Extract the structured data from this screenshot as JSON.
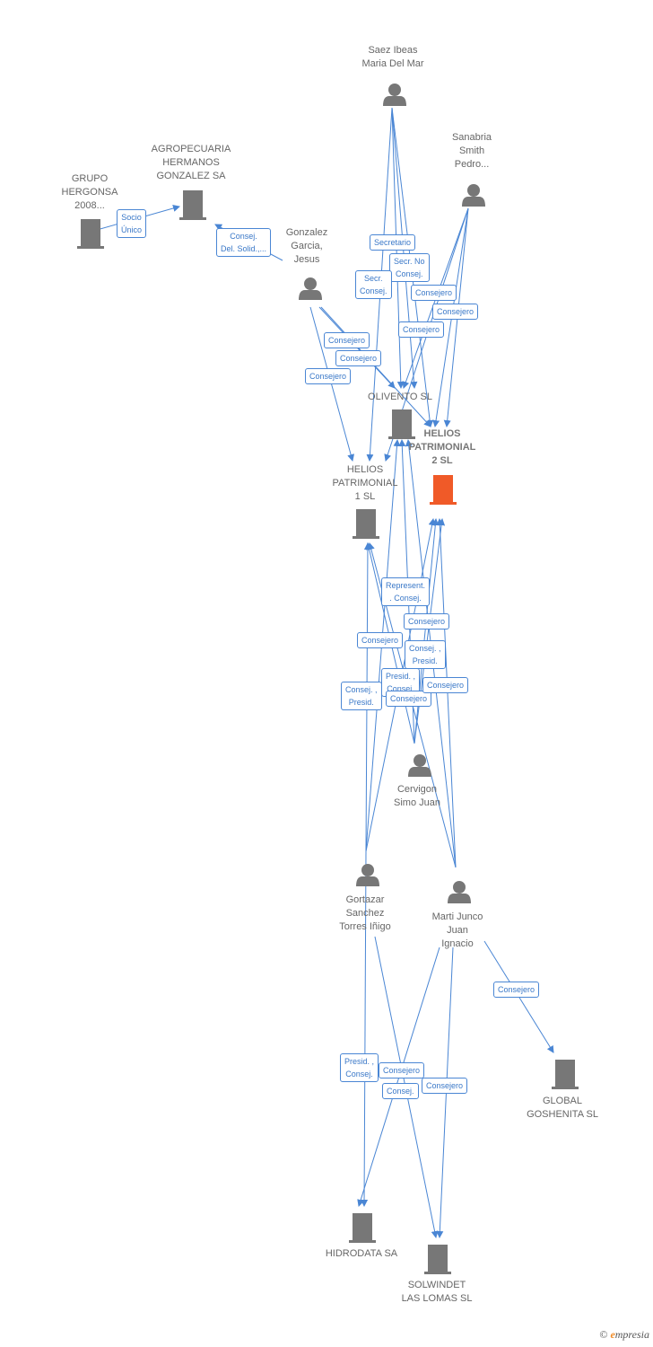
{
  "colors": {
    "person": "#777777",
    "company": "#777777",
    "main_company": "#f05a28",
    "edge": "#4a86d4"
  },
  "nodes": {
    "saez": {
      "label": "Saez Ibeas\nMaria Del Mar",
      "icon": "person-icon"
    },
    "sanabria": {
      "label": "Sanabria\nSmith\nPedro...",
      "icon": "person-icon"
    },
    "agro": {
      "label": "AGROPECUARIA\nHERMANOS\nGONZALEZ SA",
      "icon": "building-icon"
    },
    "grupo": {
      "label": "GRUPO\nHERGONSA\n2008...",
      "icon": "building-icon"
    },
    "gonzalez": {
      "label": "Gonzalez\nGarcia,\nJesus",
      "icon": "person-icon"
    },
    "olivento": {
      "label": "OLIVENTO SL",
      "icon": "building-icon"
    },
    "helios2": {
      "label": "HELIOS\nPATRIMONIAL\n2 SL",
      "icon": "building-icon"
    },
    "helios1": {
      "label": "HELIOS\nPATRIMONIAL\n1 SL",
      "icon": "building-icon"
    },
    "cervigon": {
      "label": "Cervigon\nSimo Juan",
      "icon": "person-icon"
    },
    "gortazar": {
      "label": "Gortazar\nSanchez\nTorres Iñigo",
      "icon": "person-icon"
    },
    "marti": {
      "label": "Marti Junco\nJuan\nIgnacio",
      "icon": "person-icon"
    },
    "global": {
      "label": "GLOBAL\nGOSHENITA SL",
      "icon": "building-icon"
    },
    "hidrodata": {
      "label": "HIDRODATA SA",
      "icon": "building-icon"
    },
    "solwindet": {
      "label": "SOLWINDET\nLAS LOMAS SL",
      "icon": "building-icon"
    }
  },
  "edge_labels": {
    "socio_unico": "Socio\nÚnico",
    "consej_del_solid": "Consej.\nDel. Solid.,...",
    "secretario": "Secretario",
    "secr_no_consej": "Secr.  No\nConsej.",
    "secr_consej": "Secr.\nConsej.",
    "consejero_sanabria_1": "Consejero",
    "consejero_sanabria_2": "Consejero",
    "consejero_sanabria_3": "Consejero",
    "consejero_gonzalez_1": "Consejero",
    "consejero_gonzalez_2": "Consejero",
    "consejero_gonzalez_3": "Consejero",
    "represent_consej": "Represent.\n. Consej.",
    "consejero_cervigon_1": "Consejero",
    "consejero_cervigon_2": "Consejero",
    "consej_presid_1": "Consej. ,\nPresid.",
    "presid_consej_1": "Presid. ,\nConsej.",
    "consejero_cervigon_3": "Consejero",
    "consejero_marti_1": "Consejero",
    "consej_presid_2": "Consej. ,\nPresid.",
    "consejero_global": "Consejero",
    "presid_consej_2": "Presid. ,\nConsej.",
    "consejero_low_1": "Consejero",
    "consej_low": "Consej.",
    "consejero_low_2": "Consejero"
  },
  "watermark": {
    "symbol": "©",
    "brand_initial": "e",
    "brand_rest": "mpresia"
  }
}
